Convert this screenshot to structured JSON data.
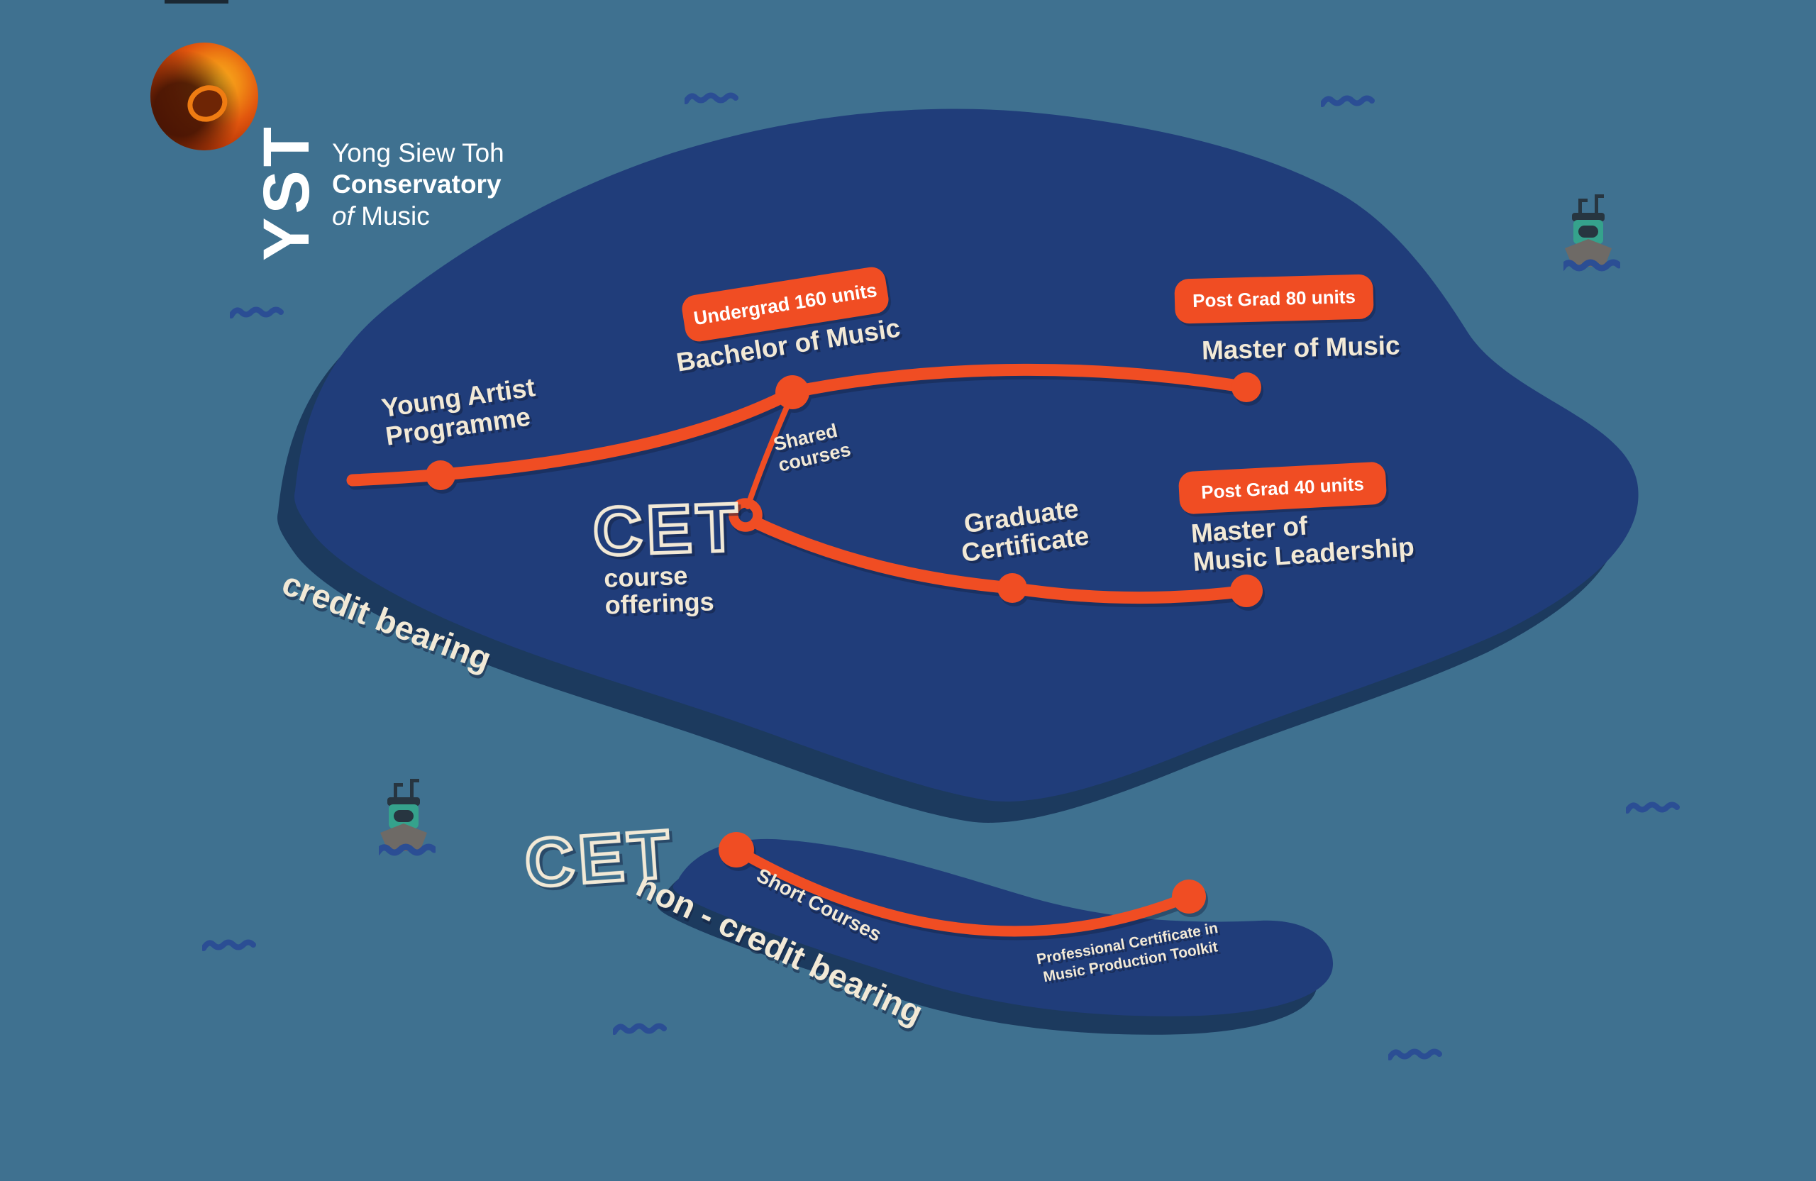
{
  "colors": {
    "sea": "#3f7190",
    "island": "#203d7a",
    "island_shadow": "#1c3a5e",
    "route_orange": "#f04d23",
    "cream": "#f2e9d6",
    "badge_text": "#ffffff",
    "wave_blue": "#2b4e94",
    "boat_teal": "#35a28c",
    "boat_gray": "#6e6a66",
    "boat_dark": "#273540"
  },
  "logo": {
    "abbr": "YST",
    "line1": "Yong Siew Toh",
    "line2": "Conservatory",
    "line3_of": "of",
    "line3_rest": " Music"
  },
  "badges": {
    "undergrad": {
      "label": "Undergrad 160 units"
    },
    "postgrad80": {
      "label": "Post Grad  80 units"
    },
    "postgrad40": {
      "label": "Post Grad  40 units"
    }
  },
  "stations": {
    "young_artist": {
      "line1": "Young Artist",
      "line2": "Programme"
    },
    "bachelor": {
      "label": "Bachelor of Music"
    },
    "master": {
      "label": "Master of Music"
    },
    "shared": {
      "line1": "Shared",
      "line2": "courses"
    },
    "graduate": {
      "line1": "Graduate",
      "line2": "Certificate"
    },
    "leadership": {
      "line1": "Master of",
      "line2": "Music Leadership"
    },
    "short_courses": {
      "label": "Short Courses"
    },
    "prof_cert": {
      "line1": "Professional Certificate in",
      "line2": "Music Production Toolkit"
    }
  },
  "cet_main": {
    "title": "CET",
    "sub1": "course",
    "sub2": "offerings"
  },
  "cet_bottom": {
    "title": "CET"
  },
  "islands": {
    "credit_label": "credit bearing",
    "noncredit_label": "non - credit bearing"
  }
}
